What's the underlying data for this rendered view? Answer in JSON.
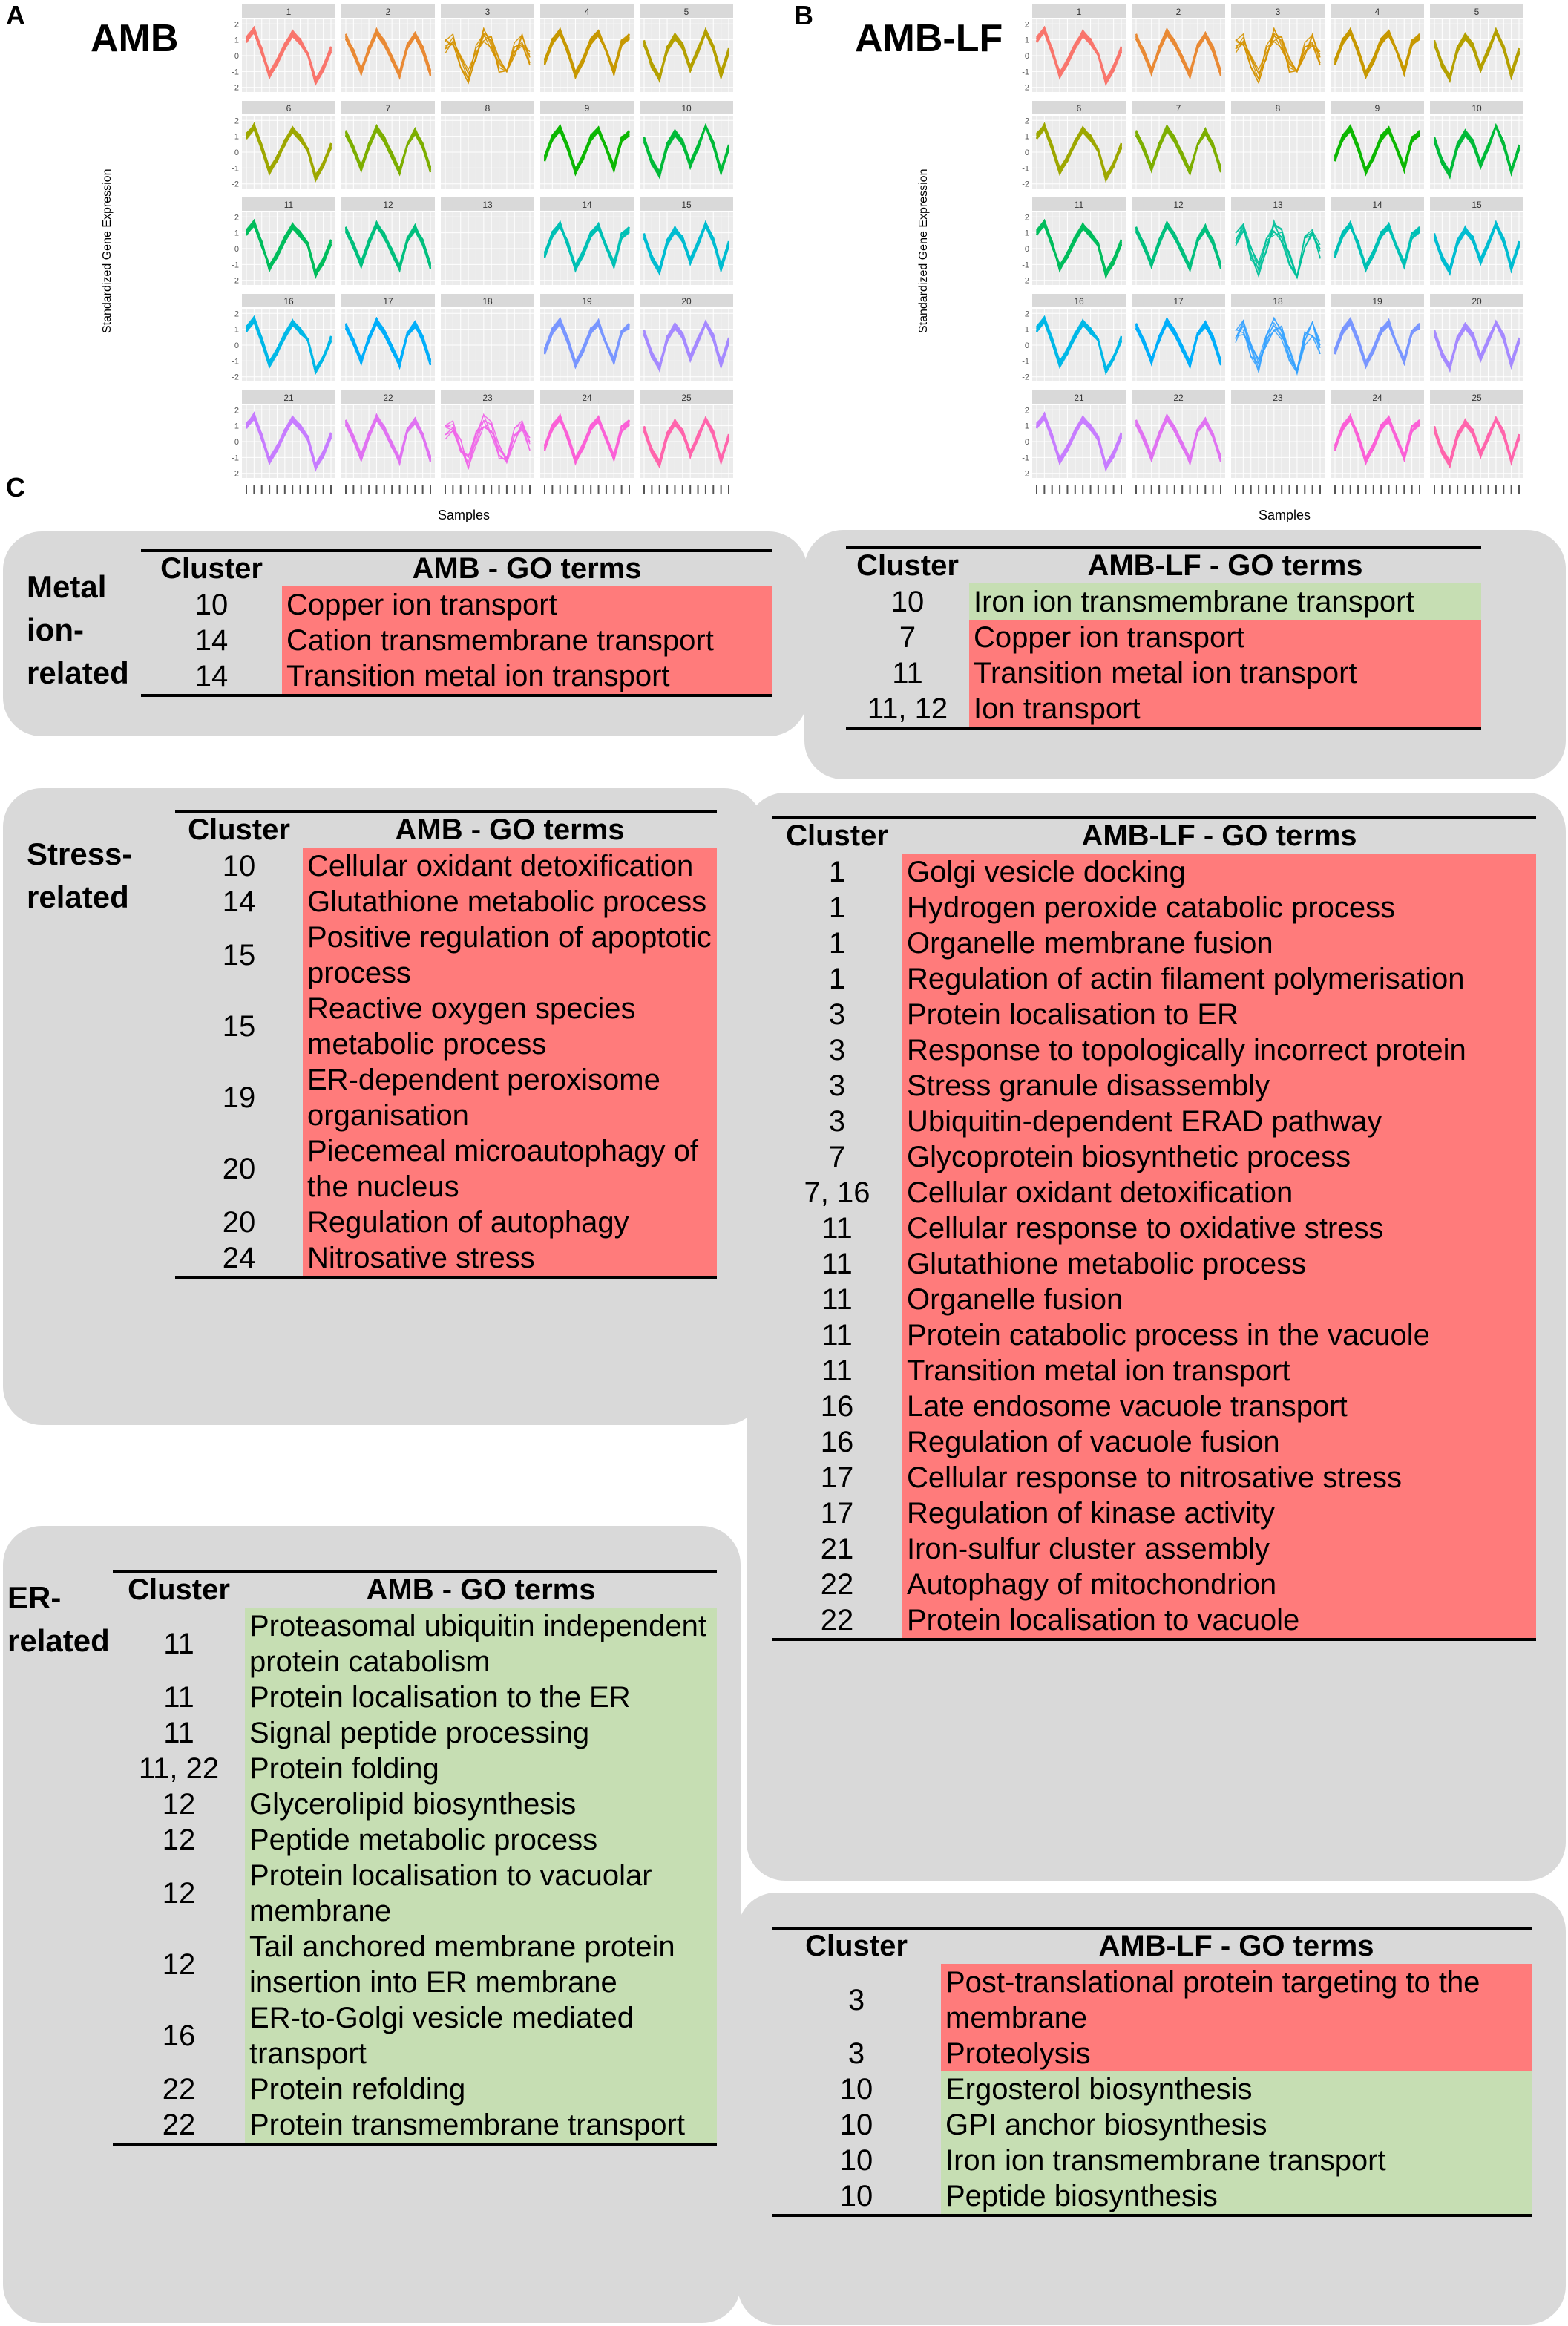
{
  "panels": {
    "a": "A",
    "b": "B",
    "c": "C"
  },
  "titles": {
    "amb": "AMB",
    "amblf": "AMB-LF"
  },
  "axis": {
    "ylabel": "Standardized Gene Expression",
    "xlabel": "Samples",
    "yticks": [
      "2",
      "1",
      "0",
      "-1",
      "-2"
    ]
  },
  "chart_data": [
    {
      "type": "line",
      "title": "AMB",
      "xlabel": "Samples",
      "ylabel": "Standardized Gene Expression",
      "ylim": [
        -2,
        2
      ],
      "facets": [
        "1",
        "2",
        "3",
        "4",
        "5",
        "6",
        "7",
        "8",
        "9",
        "10",
        "11",
        "12",
        "13",
        "14",
        "15",
        "16",
        "17",
        "18",
        "19",
        "20",
        "21",
        "22",
        "23",
        "24",
        "25"
      ],
      "empty_facets": [
        "8",
        "13",
        "18"
      ],
      "colors": [
        "#f8766d",
        "#e98a34",
        "#d49200",
        "#c79800",
        "#b4a000",
        "#9da700",
        "#7cae00",
        "#4fb300",
        "#0cb702",
        "#00ba38",
        "#00bd5c",
        "#00bf7d",
        "#00c09a",
        "#00c0b5",
        "#00bdd0",
        "#00b8e7",
        "#00aefa",
        "#35a2ff",
        "#7996ff",
        "#a58aff",
        "#c77cff",
        "#e072f2",
        "#f066e9",
        "#fb61d7",
        "#ff65ac"
      ]
    },
    {
      "type": "line",
      "title": "AMB-LF",
      "xlabel": "Samples",
      "ylabel": "Standardized Gene Expression",
      "ylim": [
        -2,
        2
      ],
      "facets": [
        "1",
        "2",
        "3",
        "4",
        "5",
        "6",
        "7",
        "8",
        "9",
        "10",
        "11",
        "12",
        "13",
        "14",
        "15",
        "16",
        "17",
        "18",
        "19",
        "20",
        "21",
        "22",
        "23",
        "24",
        "25"
      ],
      "empty_facets": [
        "8",
        "23"
      ],
      "colors": [
        "#f8766d",
        "#e98a34",
        "#d49200",
        "#c79800",
        "#b4a000",
        "#9da700",
        "#7cae00",
        "#4fb300",
        "#0cb702",
        "#00ba38",
        "#00bd5c",
        "#00bf7d",
        "#00c09a",
        "#00c0b5",
        "#00bdd0",
        "#00b8e7",
        "#00aefa",
        "#35a2ff",
        "#7996ff",
        "#a58aff",
        "#c77cff",
        "#e072f2",
        "#f066e9",
        "#fb61d7",
        "#ff65ac"
      ]
    }
  ],
  "categories": {
    "metal": "Metal ion-related",
    "stress": "Stress-related",
    "er": "ER-related"
  },
  "headers": {
    "cluster": "Cluster",
    "amb": "AMB - GO terms",
    "amblf": "AMB-LF - GO terms"
  },
  "tables": {
    "metal_amb": [
      [
        "10",
        "Copper ion transport",
        "red"
      ],
      [
        "14",
        "Cation transmembrane transport",
        "red"
      ],
      [
        "14",
        "Transition metal ion transport",
        "red"
      ]
    ],
    "metal_amblf": [
      [
        "10",
        "Iron ion transmembrane transport",
        "green"
      ],
      [
        "7",
        "Copper ion transport",
        "red"
      ],
      [
        "11",
        "Transition metal ion transport",
        "red"
      ],
      [
        "11, 12",
        "Ion transport",
        "red"
      ]
    ],
    "stress_amb": [
      [
        "10",
        "Cellular oxidant detoxification",
        "red"
      ],
      [
        "14",
        "Glutathione metabolic process",
        "red"
      ],
      [
        "15",
        "Positive regulation of apoptotic process",
        "red"
      ],
      [
        "15",
        "Reactive oxygen species metabolic process",
        "red"
      ],
      [
        "19",
        "ER-dependent peroxisome organisation",
        "red"
      ],
      [
        "20",
        "Piecemeal microautophagy of the nucleus",
        "red"
      ],
      [
        "20",
        "Regulation of autophagy",
        "red"
      ],
      [
        "24",
        "Nitrosative stress",
        "red"
      ]
    ],
    "stress_amblf": [
      [
        "1",
        "Golgi vesicle docking",
        "red"
      ],
      [
        "1",
        "Hydrogen peroxide catabolic process",
        "red"
      ],
      [
        "1",
        "Organelle membrane fusion",
        "red"
      ],
      [
        "1",
        "Regulation of actin filament polymerisation",
        "red"
      ],
      [
        "3",
        "Protein localisation to ER",
        "red"
      ],
      [
        "3",
        "Response to topologically incorrect protein",
        "red"
      ],
      [
        "3",
        "Stress granule disassembly",
        "red"
      ],
      [
        "3",
        "Ubiquitin-dependent ERAD pathway",
        "red"
      ],
      [
        "7",
        "Glycoprotein biosynthetic process",
        "red"
      ],
      [
        "7, 16",
        "Cellular oxidant detoxification",
        "red"
      ],
      [
        "11",
        "Cellular response to oxidative stress",
        "red"
      ],
      [
        "11",
        "Glutathione metabolic process",
        "red"
      ],
      [
        "11",
        "Organelle fusion",
        "red"
      ],
      [
        "11",
        "Protein catabolic process in the vacuole",
        "red"
      ],
      [
        "11",
        "Transition metal ion transport",
        "red"
      ],
      [
        "16",
        "Late endosome vacuole transport",
        "red"
      ],
      [
        "16",
        "Regulation of vacuole fusion",
        "red"
      ],
      [
        "17",
        "Cellular response to nitrosative stress",
        "red"
      ],
      [
        "17",
        "Regulation of kinase activity",
        "red"
      ],
      [
        "21",
        "Iron-sulfur cluster assembly",
        "red"
      ],
      [
        "22",
        "Autophagy of mitochondrion",
        "red"
      ],
      [
        "22",
        "Protein localisation to vacuole",
        "red"
      ]
    ],
    "er_amb": [
      [
        "11",
        "Proteasomal ubiquitin independent protein catabolism",
        "green"
      ],
      [
        "11",
        "Protein localisation to the ER",
        "green"
      ],
      [
        "11",
        "Signal peptide processing",
        "green"
      ],
      [
        "11, 22",
        "Protein folding",
        "green"
      ],
      [
        "12",
        "Glycerolipid biosynthesis",
        "green"
      ],
      [
        "12",
        "Peptide metabolic process",
        "green"
      ],
      [
        "12",
        "Protein localisation to vacuolar membrane",
        "green"
      ],
      [
        "12",
        "Tail anchored membrane protein insertion into ER membrane",
        "green"
      ],
      [
        "16",
        "ER-to-Golgi vesicle mediated transport",
        "green"
      ],
      [
        "22",
        "Protein refolding",
        "green"
      ],
      [
        "22",
        "Protein transmembrane transport",
        "green"
      ]
    ],
    "er_amblf": [
      [
        "3",
        "Post-translational protein targeting to the membrane",
        "red"
      ],
      [
        "3",
        "Proteolysis",
        "red"
      ],
      [
        "10",
        "Ergosterol biosynthesis",
        "green"
      ],
      [
        "10",
        "GPI anchor biosynthesis",
        "green"
      ],
      [
        "10",
        "Iron ion transmembrane transport",
        "green"
      ],
      [
        "10",
        "Peptide biosynthesis",
        "green"
      ]
    ]
  }
}
